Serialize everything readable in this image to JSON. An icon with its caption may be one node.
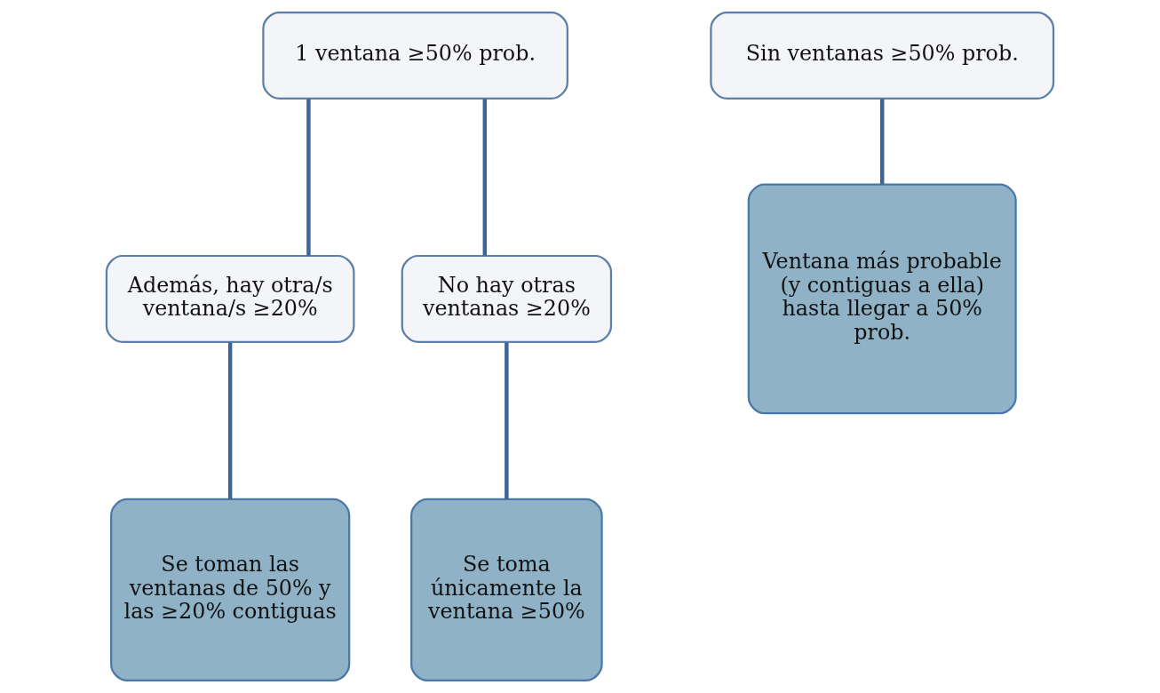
{
  "diagram": {
    "nodes": [
      {
        "text": [
          "1 ventana ≥50% prob."
        ]
      },
      {
        "text": [
          "Además, hay otra/s ventana/s ≥20%"
        ]
      },
      {
        "text": [
          "No hay otras ventanas ≥20%"
        ]
      },
      {
        "text": [
          "Se toman las ventanas de 50% y las ≥20% contiguas"
        ]
      },
      {
        "text": [
          "Se toma únicamente la ventana ≥50%"
        ]
      },
      {
        "text": [
          "Sin ventanas ≥50% prob."
        ]
      },
      {
        "text": [
          "Ventana más probable (y contiguas a ella) hasta llegar a 50% prob."
        ]
      }
    ],
    "edges": [
      {
        "from": 0,
        "to": 1,
        "arrow": "none"
      },
      {
        "from": 0,
        "to": 2,
        "arrow": "none"
      },
      {
        "from": 1,
        "to": 3,
        "arrow": "none"
      },
      {
        "from": 2,
        "to": 4,
        "arrow": "none"
      },
      {
        "from": 5,
        "to": 6,
        "arrow": "none"
      }
    ]
  }
}
